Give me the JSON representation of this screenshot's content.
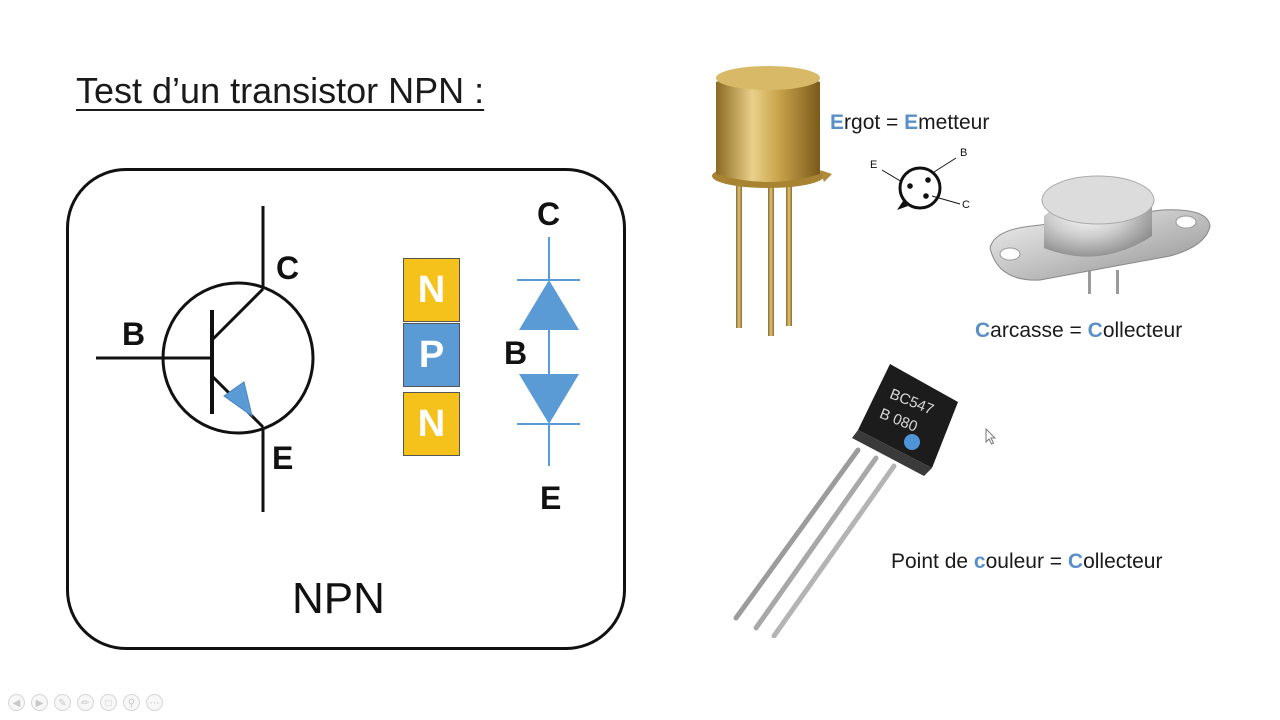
{
  "title": "Test d’un transistor NPN :",
  "symbol": {
    "collector_label": "C",
    "base_label": "B",
    "emitter_label": "E",
    "caption": "NPN"
  },
  "layers": [
    "N",
    "P",
    "N"
  ],
  "diode_model": {
    "top_label": "C",
    "middle_label": "B",
    "bottom_label": "E"
  },
  "colors": {
    "accent_blue": "#5b8fc7",
    "layer_n": "#f5c21b",
    "layer_p": "#5b9bd5"
  },
  "annotations": {
    "ergot": {
      "a1": "E",
      "a2": "rgot = ",
      "b1": "E",
      "b2": "metteur"
    },
    "carcasse": {
      "a1": "C",
      "a2": "arcasse = ",
      "b1": "C",
      "b2": "ollecteur"
    },
    "point": {
      "p1": "Point de ",
      "a1": "c",
      "a2": "ouleur = ",
      "b1": "C",
      "b2": "ollecteur"
    }
  },
  "pinout": {
    "e": "E",
    "b": "B",
    "c": "C"
  },
  "bc547_marking": {
    "line1": "BC547",
    "line2": "B 080"
  },
  "toolbar_icons": [
    "prev-icon",
    "next-icon",
    "pen-icon",
    "edit-icon",
    "slides-icon",
    "zoom-icon",
    "more-icon"
  ]
}
